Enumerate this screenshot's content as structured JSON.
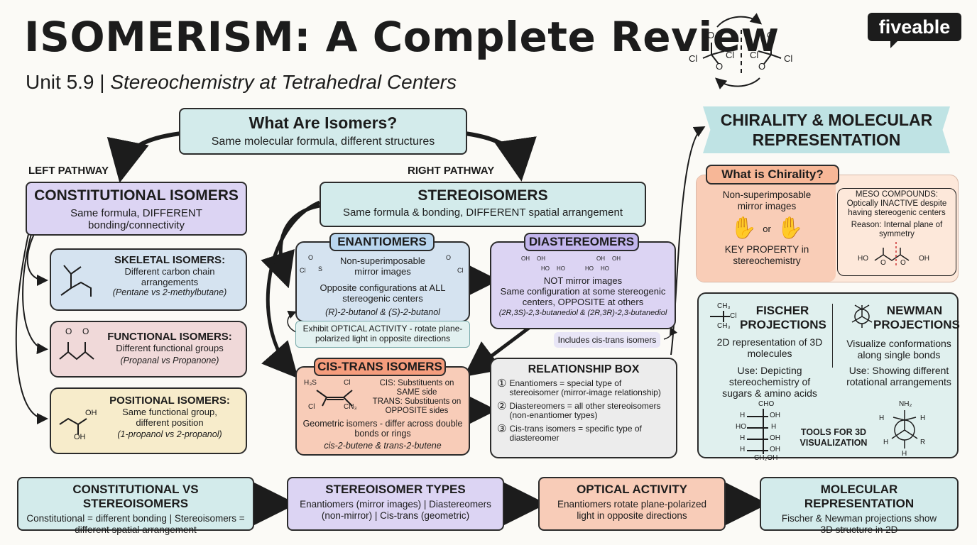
{
  "title": "ISOMERISM: A Complete Review",
  "subtitle_unit": "Unit 5.9 | ",
  "subtitle_topic": "Stereochemistry at Tetrahedral Centers",
  "brand": "fiveable",
  "header_molecule": {
    "labels": [
      "Cl",
      "Cl",
      "O",
      "O",
      "O",
      "O",
      "Cl",
      "Cl"
    ]
  },
  "what_are_isomers": {
    "title": "What Are Isomers?",
    "text": "Same molecular formula, different structures"
  },
  "left_pathway_label": "LEFT PATHWAY",
  "right_pathway_label": "RIGHT PATHWAY",
  "constitutional": {
    "title": "CONSTITUTIONAL ISOMERS",
    "text": "Same formula, DIFFERENT bonding/connectivity"
  },
  "skeletal": {
    "title": "SKELETAL ISOMERS:",
    "text": "Different carbon chain arrangements",
    "example": "(Pentane vs 2-methylbutane)"
  },
  "functional": {
    "title": "FUNCTIONAL ISOMERS:",
    "text": "Different functional groups",
    "example": "(Propanal vs Propanone)",
    "mol_labels": [
      "O",
      "O"
    ]
  },
  "positional": {
    "title": "POSITIONAL ISOMERS:",
    "text": "Same functional group, different position",
    "example": "(1-propanol vs 2-propanol)",
    "mol_labels": [
      "OH",
      "OH"
    ]
  },
  "stereoisomers": {
    "title": "STEREOISOMERS",
    "text": "Same formula & bonding, DIFFERENT spatial arrangement"
  },
  "enantiomers": {
    "label": "ENANTIOMERS",
    "text1": "Non-superimposable mirror images",
    "text2": "Opposite configurations at ALL stereogenic centers",
    "example": "(R)-2-butanol & (S)-2-butanol",
    "mol_labels": [
      "O",
      "Cl",
      "S",
      "O",
      "Cl"
    ]
  },
  "optical_activity_note": "Exhibit OPTICAL ACTIVITY - rotate plane-polarized light in opposite directions",
  "diastereomers": {
    "label": "DIASTEREOMERS",
    "text1": "NOT mirror images",
    "text2": "Same configuration at some stereogenic centers, OPPOSITE at others",
    "example": "(2R,3S)-2,3-butanediol & (2R,3R)-2,3-butanediol",
    "mol_labels": [
      "OH",
      "OH",
      "OH",
      "OH",
      "HO",
      "HO",
      "HO",
      "HO"
    ]
  },
  "includes_note": "Includes cis-trans isomers",
  "cis_trans": {
    "label": "CIS-TRANS ISOMERS",
    "cis": "CIS: Substituents on SAME side",
    "trans": "TRANS: Substituents on OPPOSITE sides",
    "text": "Geometric isomers - differ across double bonds or rings",
    "example": "cis-2-butene & trans-2-butene",
    "mol_labels": [
      "H₃S",
      "Cl",
      "Cl",
      "CN₃"
    ]
  },
  "relationship": {
    "title": "RELATIONSHIP BOX",
    "items": [
      {
        "num": "①",
        "text": "Enantiomers = special type of stereoisomer (mirror-image relationship)"
      },
      {
        "num": "②",
        "text": "Diastereomers = all other stereoisomers (non-enantiomer types)"
      },
      {
        "num": "③",
        "text": "Cis-trans isomers = specific type of diastereomer"
      }
    ]
  },
  "chirality_banner": "CHIRALITY & MOLECULAR REPRESENTATION",
  "what_is_chirality": {
    "label": "What is Chirality?",
    "text": "Non-superimposable mirror images",
    "or": "or",
    "key": "KEY PROPERTY in stereochemistry"
  },
  "meso": {
    "title": "MESO COMPOUNDS:",
    "text": "Optically INACTIVE despite having stereogenic centers",
    "reason": "Reason: Internal plane of symmetry",
    "mol_labels": [
      "HO",
      "O",
      "O",
      "OH"
    ]
  },
  "fischer": {
    "title": "FISCHER PROJECTIONS",
    "text": "2D representation of 3D molecules",
    "use": "Use: Depicting stereochemistry of sugars & amino acids",
    "mol_labels": [
      "CH₃",
      "Cl",
      "CH₃",
      "CHO",
      "H",
      "HO",
      "H",
      "H",
      "OH",
      "H",
      "OH",
      "OH",
      "CH₂OH"
    ]
  },
  "newman": {
    "title": "NEWMAN PROJECTIONS",
    "text": "Visualize conformations along single bonds",
    "use": "Use: Showing different rotational arrangements",
    "mol_labels": [
      "NH₂",
      "H",
      "H",
      "H",
      "R",
      "H"
    ]
  },
  "tools_label": "TOOLS FOR 3D VISUALIZATION",
  "bottom": [
    {
      "title": "CONSTITUTIONAL VS STEREOISOMERS",
      "text": "Constitutional = different bonding | Stereoisomers = different spatial arrangement"
    },
    {
      "title": "STEREOISOMER TYPES",
      "text": "Enantiomers (mirror images) | Diastereomers (non-mirror) | Cis-trans (geometric)"
    },
    {
      "title": "OPTICAL ACTIVITY",
      "text": "Enantiomers rotate plane-polarized light in opposite directions"
    },
    {
      "title": "MOLECULAR REPRESENTATION",
      "text": "Fischer & Newman projections show 3D structure in 2D"
    }
  ],
  "colors": {
    "purple": "#dcd4f3",
    "teal": "#d3ebeb",
    "peach": "#f8ccb8",
    "yellow": "#f7eccb",
    "pink": "#f0d9d9",
    "blue": "#d5e3f0"
  }
}
